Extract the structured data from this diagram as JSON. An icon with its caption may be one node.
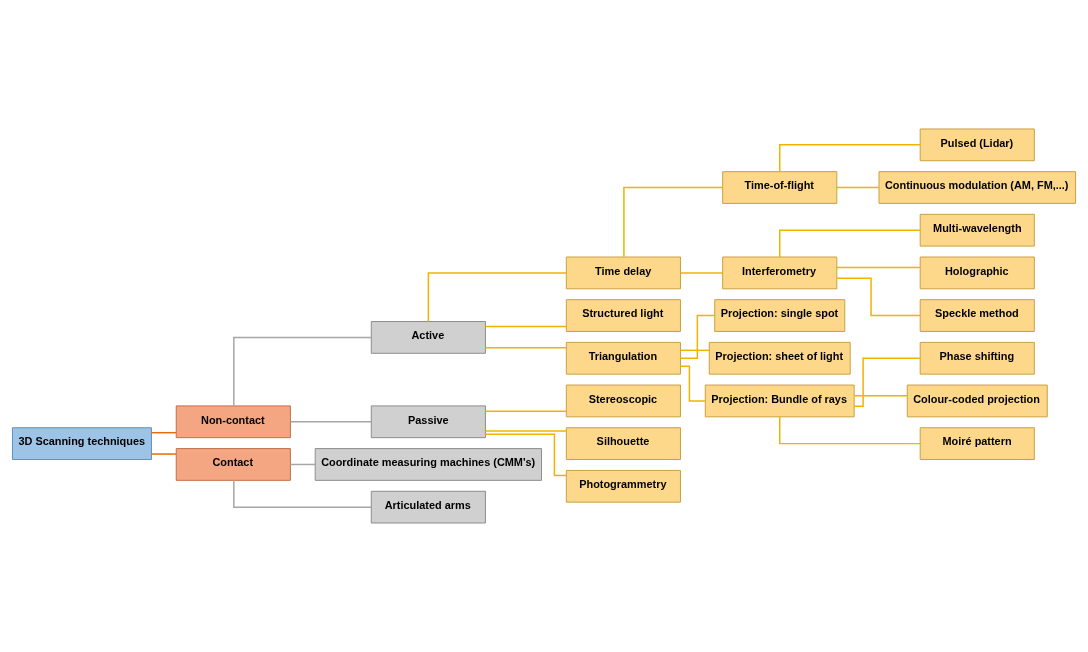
{
  "diagram": {
    "nodes": [
      {
        "text": [
          "3D Scanning techniques"
        ]
      },
      {
        "text": [
          "Non-contact"
        ]
      },
      {
        "text": [
          "Contact"
        ]
      },
      {
        "text": [
          "Active"
        ]
      },
      {
        "text": [
          "Passive"
        ]
      },
      {
        "text": [
          "Coordinate measuring machines (CMM's)"
        ]
      },
      {
        "text": [
          "Articulated arms"
        ]
      },
      {
        "text": [
          "Time delay"
        ]
      },
      {
        "text": [
          "Structured light"
        ]
      },
      {
        "text": [
          "Triangulation"
        ]
      },
      {
        "text": [
          "Stereoscopic"
        ]
      },
      {
        "text": [
          "Silhouette"
        ]
      },
      {
        "text": [
          "Photogrammetry"
        ]
      },
      {
        "text": [
          "Time-of-flight"
        ]
      },
      {
        "text": [
          "Interferometry"
        ]
      },
      {
        "text": [
          "Projection: single spot"
        ]
      },
      {
        "text": [
          "Projection: sheet of light"
        ]
      },
      {
        "text": [
          "Projection: Bundle of rays"
        ]
      },
      {
        "text": [
          "Pulsed (Lidar)"
        ]
      },
      {
        "text": [
          "Continuous modulation (AM, FM,...)"
        ]
      },
      {
        "text": [
          "Multi-wavelength"
        ]
      },
      {
        "text": [
          "Holographic"
        ]
      },
      {
        "text": [
          "Speckle method"
        ]
      },
      {
        "text": [
          "Phase shifting"
        ]
      },
      {
        "text": [
          "Colour-coded projection"
        ]
      },
      {
        "text": [
          "Moiré pattern"
        ]
      }
    ],
    "edges": [
      {
        "from": 0,
        "to": 1,
        "arrow": "none",
        "color": "#e46c0a"
      },
      {
        "from": 0,
        "to": 2,
        "arrow": "none",
        "color": "#e46c0a"
      },
      {
        "from": 1,
        "to": 3,
        "arrow": "none",
        "color": "#a6a6a6"
      },
      {
        "from": 1,
        "to": 4,
        "arrow": "none",
        "color": "#a6a6a6"
      },
      {
        "from": 2,
        "to": 5,
        "arrow": "none",
        "color": "#a6a6a6"
      },
      {
        "from": 2,
        "to": 6,
        "arrow": "none",
        "color": "#a6a6a6"
      },
      {
        "from": 3,
        "to": 7,
        "arrow": "none"
      },
      {
        "from": 3,
        "to": 8,
        "arrow": "none"
      },
      {
        "from": 3,
        "to": 9,
        "arrow": "none"
      },
      {
        "from": 4,
        "to": 10,
        "arrow": "none"
      },
      {
        "from": 4,
        "to": 11,
        "arrow": "none"
      },
      {
        "from": 4,
        "to": 12,
        "arrow": "none"
      },
      {
        "from": 7,
        "to": 13,
        "arrow": "none"
      },
      {
        "from": 7,
        "to": 14,
        "arrow": "none"
      },
      {
        "from": 9,
        "to": 15,
        "arrow": "none"
      },
      {
        "from": 9,
        "to": 16,
        "arrow": "none"
      },
      {
        "from": 9,
        "to": 17,
        "arrow": "none"
      },
      {
        "from": 13,
        "to": 18,
        "arrow": "none"
      },
      {
        "from": 13,
        "to": 19,
        "arrow": "none"
      },
      {
        "from": 14,
        "to": 20,
        "arrow": "none"
      },
      {
        "from": 14,
        "to": 21,
        "arrow": "none"
      },
      {
        "from": 14,
        "to": 22,
        "arrow": "none"
      },
      {
        "from": 17,
        "to": 23,
        "arrow": "none"
      },
      {
        "from": 17,
        "to": 24,
        "arrow": "none"
      },
      {
        "from": 17,
        "to": 25,
        "arrow": "none"
      }
    ]
  }
}
